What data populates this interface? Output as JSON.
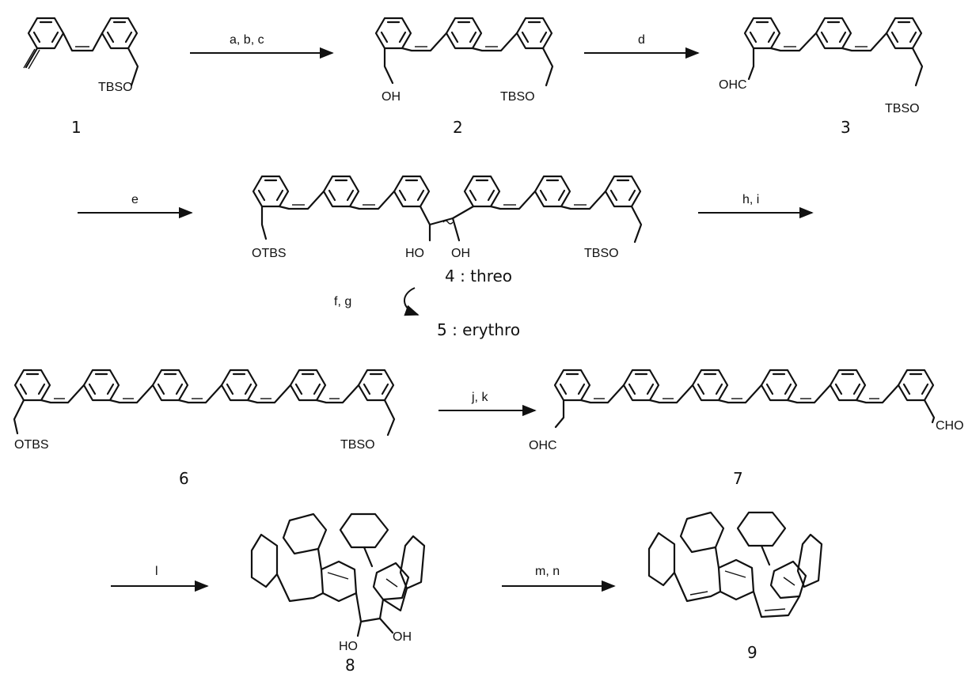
{
  "compounds": {
    "c1": {
      "number": "1",
      "groups": [
        "TBSO"
      ]
    },
    "c2": {
      "number": "2",
      "groups": [
        "OH",
        "TBSO"
      ]
    },
    "c3": {
      "number": "3",
      "groups": [
        "OHC",
        "TBSO"
      ]
    },
    "c4": {
      "number": "4 : threo",
      "groups": [
        "OTBS",
        "HO",
        "OH",
        "TBSO"
      ]
    },
    "c5": {
      "number": "5 : erythro"
    },
    "c6": {
      "number": "6",
      "groups": [
        "OTBS",
        "TBSO"
      ]
    },
    "c7": {
      "number": "7",
      "groups": [
        "OHC",
        "CHO"
      ]
    },
    "c8": {
      "number": "8",
      "groups": [
        "HO",
        "OH"
      ]
    },
    "c9": {
      "number": "9"
    }
  },
  "reagents": {
    "r1": "a, b, c",
    "r2": "d",
    "r3": "e",
    "r4": "h, i",
    "r5": "f, g",
    "r6": "j, k",
    "r7": "l",
    "r8": "m, n"
  }
}
